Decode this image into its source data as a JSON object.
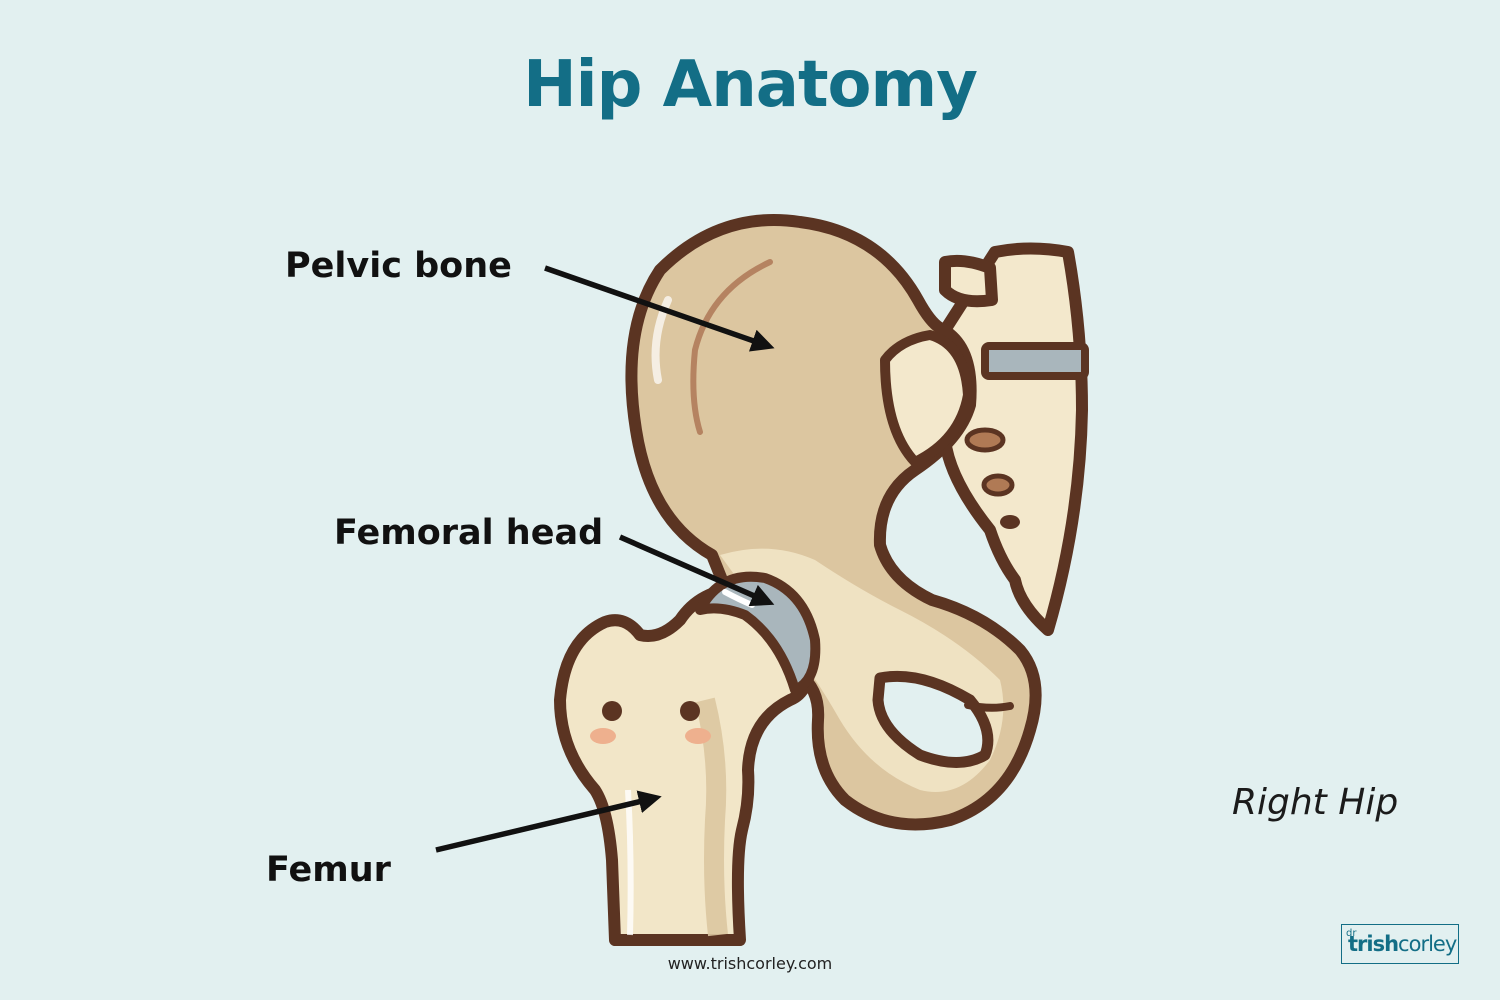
{
  "title": "Hip Anatomy",
  "labels": {
    "pelvic_bone": "Pelvic bone",
    "femoral_head": "Femoral head",
    "femur": "Femur"
  },
  "side_label": "Right Hip",
  "website": "www.trishcorley.com",
  "logo": {
    "prefix": "dr",
    "name_bold": "trish",
    "name_regular": "corley"
  },
  "colors": {
    "background": "#e2f0f0",
    "title": "#136e86",
    "bone_light": "#f2e6c8",
    "bone_shade": "#dcc6a0",
    "outline": "#5b3422",
    "cartilage": "#a9b6bc",
    "arrow": "#111111"
  }
}
